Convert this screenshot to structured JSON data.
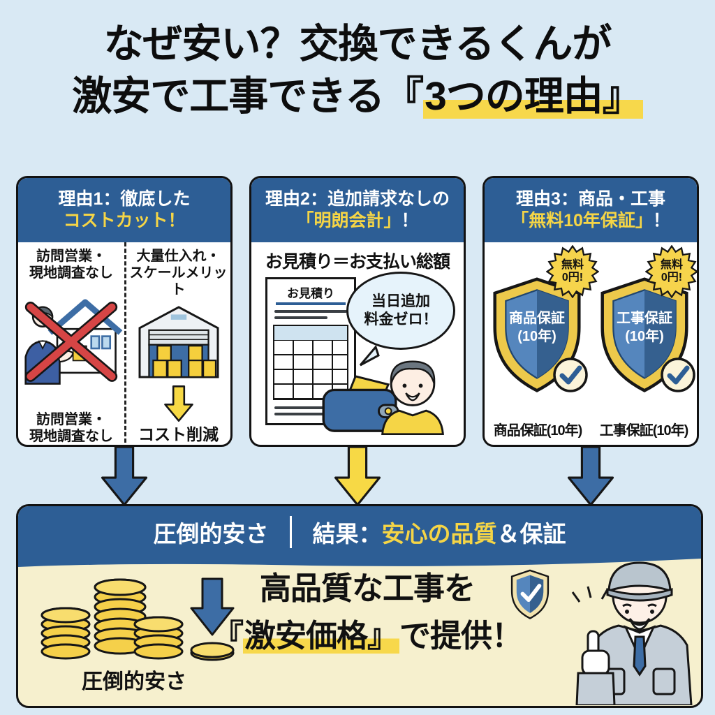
{
  "title": {
    "line1": "なぜ安い？交換できるくんが",
    "line2_pre": "激安で工事できる『",
    "line2_highlight": "3つの理由』"
  },
  "cards": [
    {
      "header_line1": "理由1：徹底した",
      "header_line2": "コストカット！",
      "left": {
        "top_line1": "訪問営業・",
        "top_line2": "現地調査なし",
        "bottom_line1": "訪問営業・",
        "bottom_line2": "現地調査なし"
      },
      "right": {
        "top_line1": "大量仕入れ・",
        "top_line2": "スケールメリット",
        "bottom": "コスト削減"
      }
    },
    {
      "header_line1": "理由2：追加請求なしの",
      "header_line2_highlight": "「明朗会計」",
      "header_line2_suffix": "！",
      "subtitle": "お見積り＝お支払い総額",
      "doc_title": "お見積り",
      "bubble_line1": "当日追加",
      "bubble_line2": "料金ゼロ！"
    },
    {
      "header_line1": "理由3：商品・工事",
      "header_line2_highlight": "「無料10年保証」",
      "header_line2_suffix": "！",
      "badge_line1": "無料",
      "badge_line2": "0円!",
      "shield_product_line1": "商品保証",
      "shield_product_line2": "(10年)",
      "shield_work_line1": "工事保証",
      "shield_work_line2": "(10年)",
      "caption_product": "商品保証(10年)",
      "caption_work": "工事保証(10年)"
    }
  ],
  "result": {
    "banner": {
      "left": "圧倒的安さ",
      "result_label": "結果：",
      "highlight": "安心の品質",
      "suffix": "＆保証"
    },
    "coins_caption": "圧倒的安さ",
    "main_line1": "高品質な工事を",
    "main_line2_pre": "『",
    "main_line2_highlight": "激安価格』",
    "main_line2_suffix": "で提供！"
  },
  "colors": {
    "page_bg": "#d9e9f4",
    "header_blue": "#2d5e95",
    "accent_yellow": "#f5d546",
    "highlight_yellow": "#f7d84b",
    "cream": "#f6f0ce",
    "arrow_blue": "#3d6da5",
    "red_x": "#d64545"
  }
}
